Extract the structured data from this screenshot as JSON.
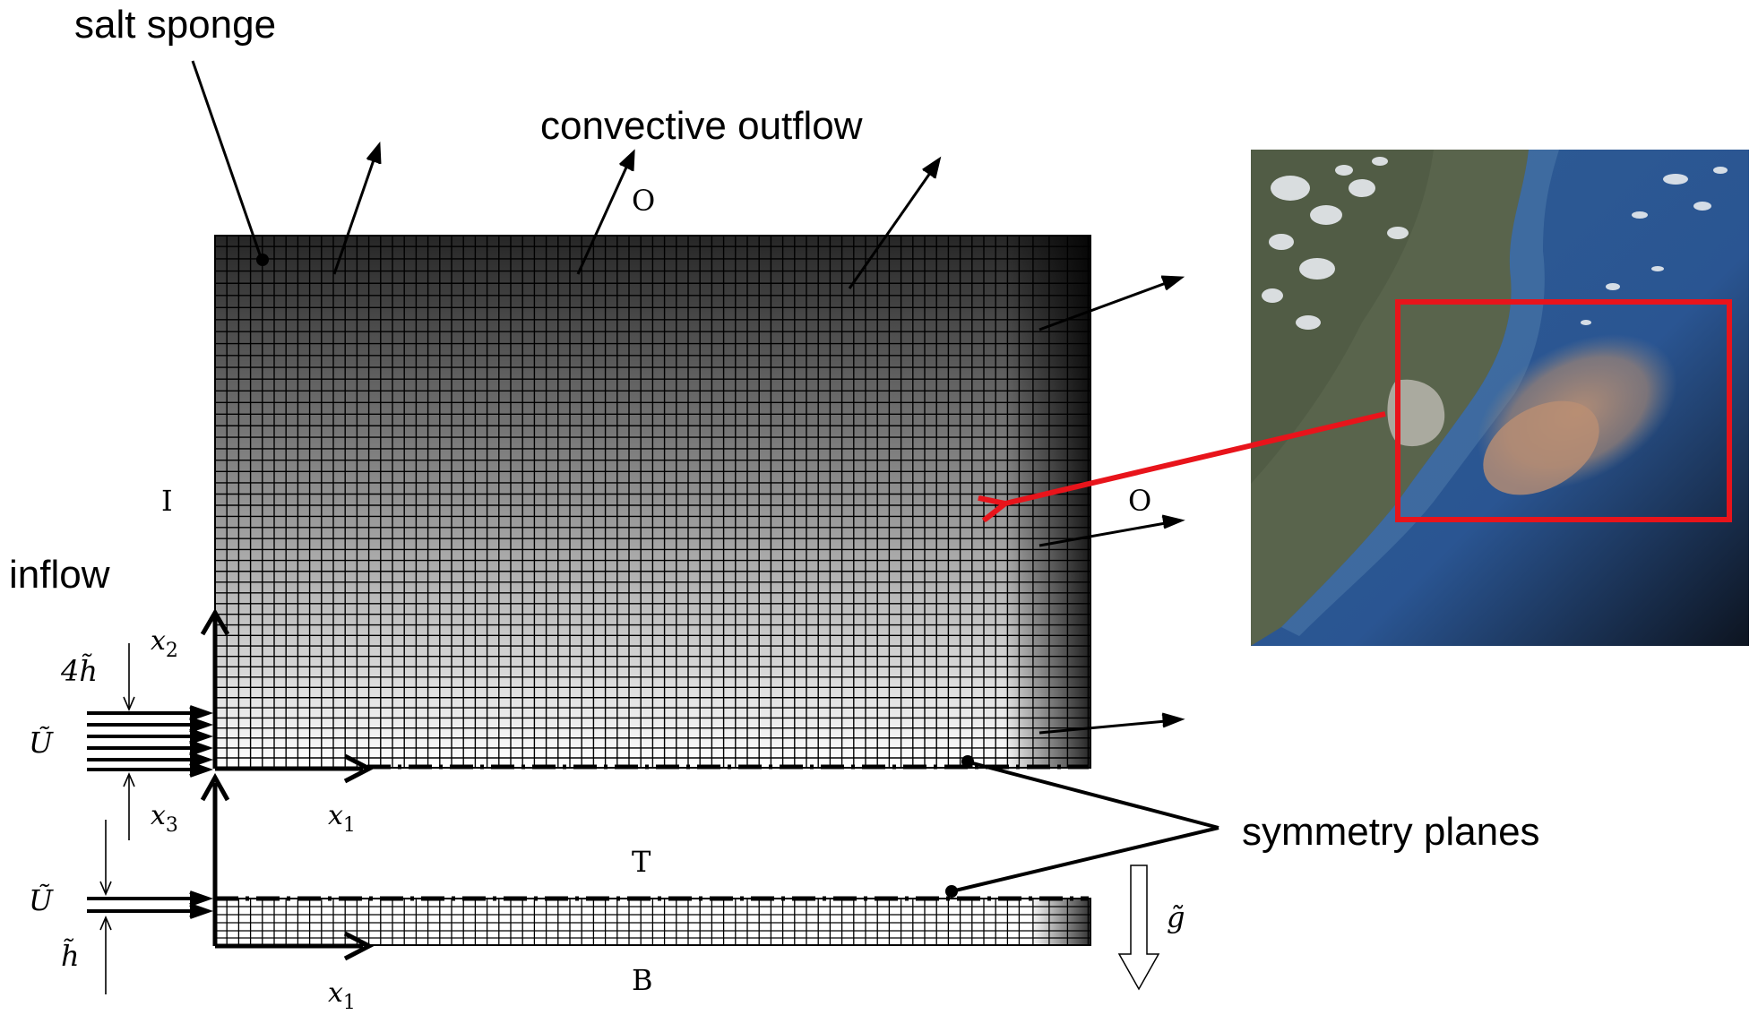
{
  "labels": {
    "salt_sponge": "salt sponge",
    "convective_outflow": "convective outflow",
    "inflow": "inflow",
    "symmetry_planes": "symmetry planes",
    "boundary_O_top": "O",
    "boundary_O_right": "O",
    "boundary_I": "I",
    "boundary_T": "T",
    "boundary_B": "B",
    "inflow_depth": "4h̃",
    "velocity_top": "Ũ",
    "velocity_bottom": "Ũ",
    "depth_h": "h̃",
    "gravity": "g̃"
  },
  "axes": {
    "x2": "x",
    "x2_sub": "2",
    "x1_top": "x",
    "x1_top_sub": "1",
    "x3": "x",
    "x3_sub": "3",
    "x1_bottom": "x",
    "x1_bottom_sub": "1"
  },
  "colors": {
    "grid": "#000000",
    "highlight": "#e8141b",
    "sea_deep": "#1e3f78",
    "sea_shallow": "#3a6da6",
    "plume": "#b08a72",
    "land": "#5a6a4a"
  },
  "icons": {
    "satellite_image": "satellite-photo-river-plume"
  }
}
